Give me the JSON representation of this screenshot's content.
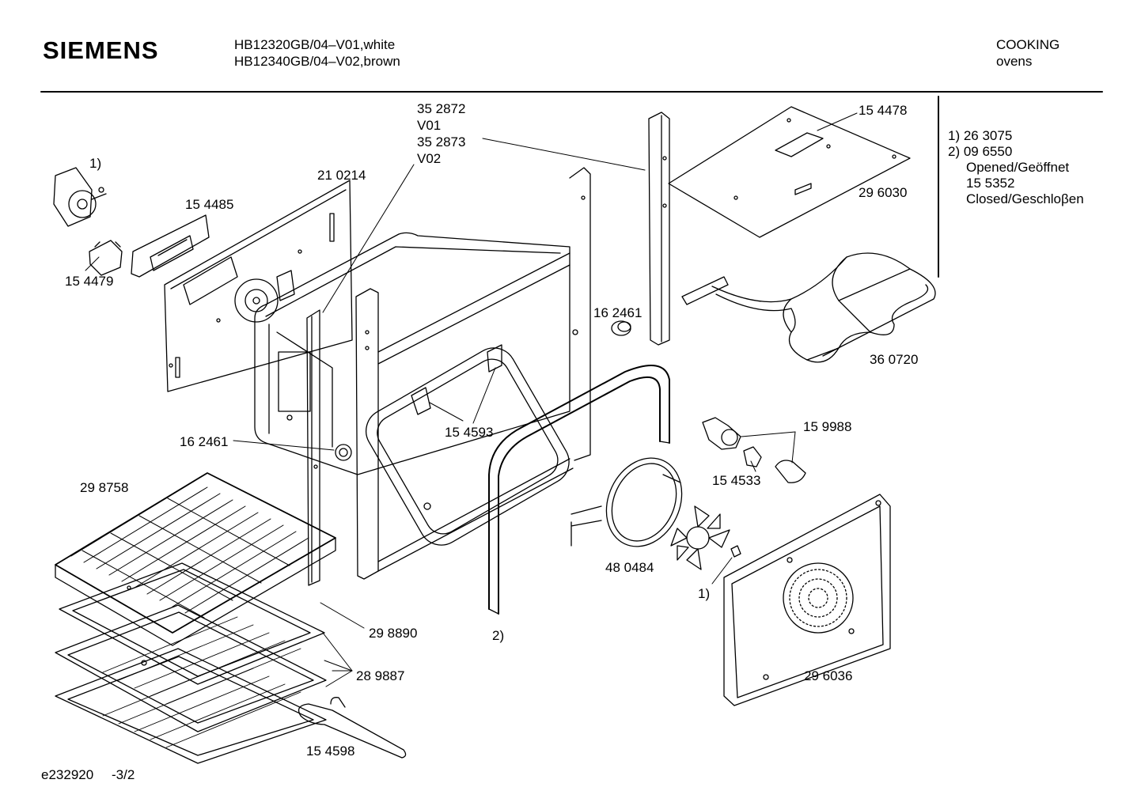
{
  "header": {
    "brand": "SIEMENS",
    "model_line_1": "HB12320GB/04–V01,white",
    "model_line_2": "HB12340GB/04–V02,brown",
    "category": "COOKING",
    "subcategory": "ovens"
  },
  "notes": [
    "1) 26 3075",
    "2) 09 6550",
    "Opened/Geöffnet",
    "15 5352",
    "Closed/Geschloβen"
  ],
  "labels": {
    "p352872": "35 2872",
    "v01": "V01",
    "p352873": "35 2873",
    "v02": "V02",
    "p154478": "15 4478",
    "p296030": "29 6030",
    "p210214": "21 0214",
    "p154485": "15 4485",
    "p154479": "15 4479",
    "note1_top": "1)",
    "p162461_a": "16 2461",
    "p162461_b": "16 2461",
    "p360720": "36 0720",
    "p154593": "15 4593",
    "p159988": "15 9988",
    "p154533": "15 4533",
    "p298758": "29 8758",
    "p480484": "48 0484",
    "note1_fan": "1)",
    "p298890": "29 8890",
    "note2": "2)",
    "p289887": "28 9887",
    "p296036": "29 6036",
    "p154598": "15 4598"
  },
  "footer": {
    "doc_id": "e232920",
    "page": "-3/2"
  }
}
